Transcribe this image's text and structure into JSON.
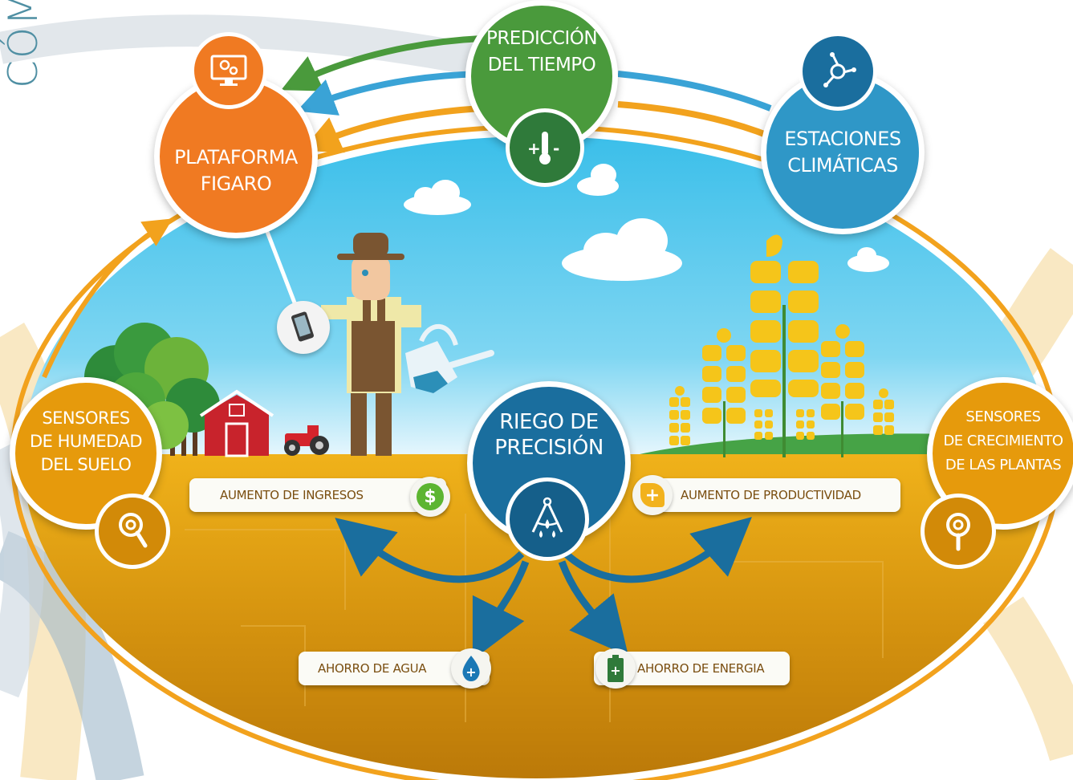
{
  "side_title": "CÓM",
  "nodes": {
    "platform": {
      "label": "PLATAFORMA\nFIGARO",
      "color": "#f07a22",
      "icon": "monitor-gears-icon"
    },
    "weather": {
      "label": "PREDICCIÓN\nDEL TIEMPO",
      "color": "#4a9a3c",
      "icon": "thermometer-icon"
    },
    "stations": {
      "label": "ESTACIONES\nCLIMÁTICAS",
      "color": "#2f97c7",
      "icon": "network-hub-icon"
    },
    "soil": {
      "label": "SENSORES\nDE HUMEDAD\nDEL SUELO",
      "color": "#e69a0c",
      "icon": "location-pin-icon"
    },
    "growth": {
      "label": "SENSORES\nDE CRECIMIENTO\nDE LAS PLANTAS",
      "color": "#e69a0c",
      "icon": "location-pin-icon"
    },
    "irrigation": {
      "label": "RIEGO DE\nPRECISIÓN",
      "color": "#1a6e9e",
      "icon": "compass-drops-icon"
    }
  },
  "benefits": {
    "income": {
      "label": "AUMENTO DE INGRESOS",
      "icon": "dollar-icon",
      "color": "#5cb531"
    },
    "productivity": {
      "label": "AUMENTO DE PRODUCTIVIDAD",
      "icon": "plus-leaf-icon",
      "color": "#f2b21d"
    },
    "water": {
      "label": "AHORRO DE AGUA",
      "icon": "water-drop-plus-icon",
      "color": "#1b78b5"
    },
    "energy": {
      "label": "AHORRO DE ENERGIA",
      "icon": "battery-plus-icon",
      "color": "#2f7a3a"
    }
  },
  "colors": {
    "sky": "#3fc0ea",
    "soil": "#d99a12",
    "arrow_green": "#4a9a3c",
    "arrow_blue": "#3aa3d6",
    "arrow_orange": "#f2a21d",
    "arrow_dark_blue": "#1a6e9e"
  }
}
